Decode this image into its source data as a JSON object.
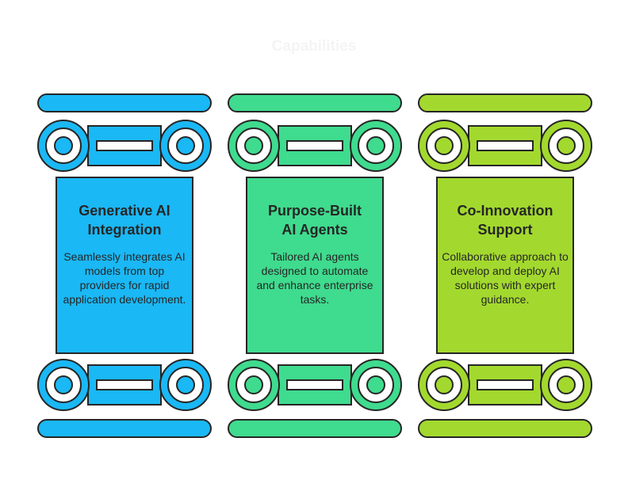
{
  "title": "Capabilities",
  "pillars": [
    {
      "title_lines": [
        "Generative AI",
        "Integration"
      ],
      "description": "Seamlessly integrates AI models from top providers for rapid application development.",
      "color": "#1ab8f5"
    },
    {
      "title_lines": [
        "Purpose-Built",
        "AI Agents"
      ],
      "description": "Tailored AI agents designed to automate and enhance enterprise tasks.",
      "color": "#3fdb8e"
    },
    {
      "title_lines": [
        "Co-Innovation",
        "Support"
      ],
      "description": "Collaborative approach to develop and deploy AI solutions with expert guidance.",
      "color": "#a3d92e"
    }
  ],
  "colors": {
    "outline": "#262626",
    "text": "#262626",
    "title": "#f4f4f4"
  }
}
